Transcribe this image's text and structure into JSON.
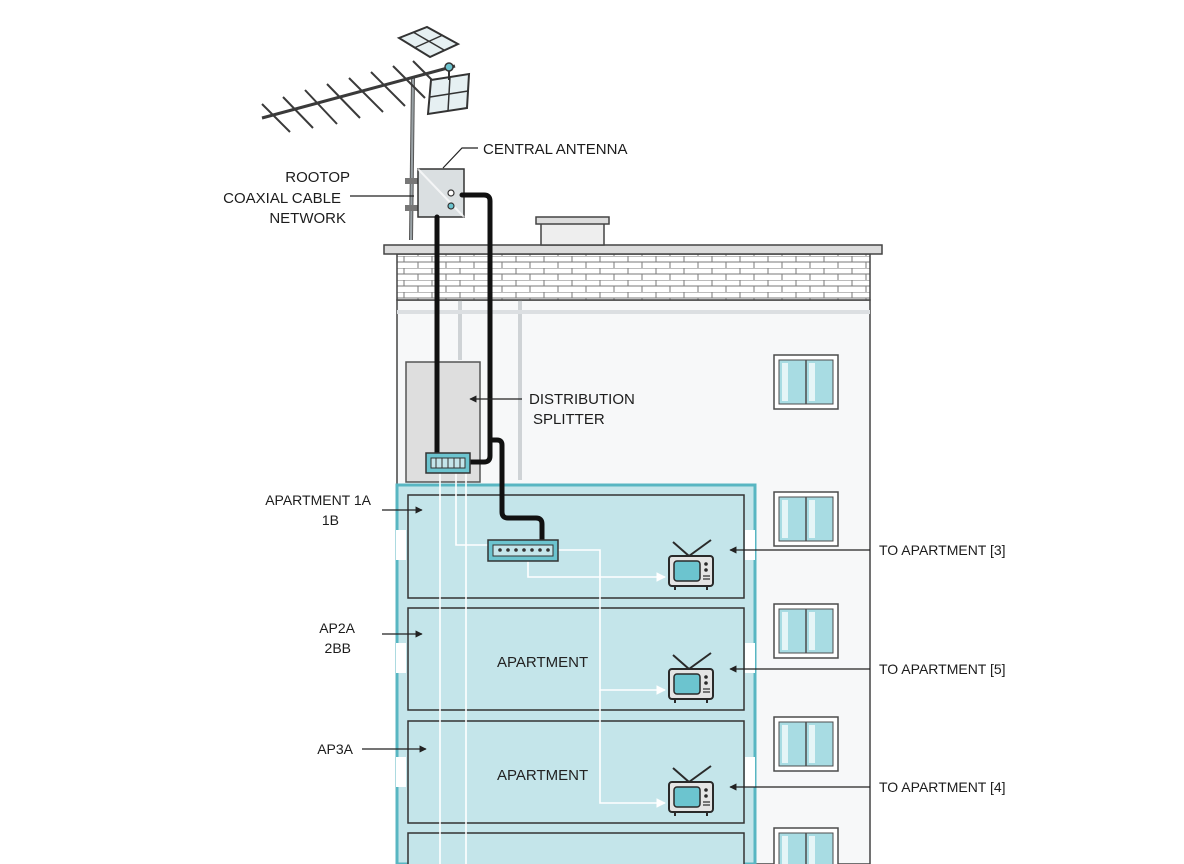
{
  "labels": {
    "central_antenna": "CENTRAL ANTENNA",
    "rooftop_line1": "ROOTOP",
    "rooftop_line2": "COAXIAL CABLE",
    "rooftop_line3": "NETWORK",
    "distribution_line1": "DISTRIBUTION",
    "distribution_line2": "SPLITTER",
    "apartment_1a": "APARTMENT  1A",
    "apartment_1b": "1B",
    "ap2a": "AP2A",
    "ap2bb": "2BB",
    "ap3a": "AP3A",
    "floor2_room": "APARTMENT",
    "floor3_room": "APARTMENT",
    "to_apartment_3": "TO APARTMENT [3]",
    "to_apartment_5": "TO APARTMENT [5]",
    "to_apartment_4": "TO APARTMENT [4]"
  },
  "colors": {
    "apartment_fill": "#c4e5ea",
    "apartment_border": "#58b6c2",
    "cable": "#111111",
    "signal_line": "#ffffff",
    "wall": "#f7f8f9",
    "outline": "#444444"
  }
}
